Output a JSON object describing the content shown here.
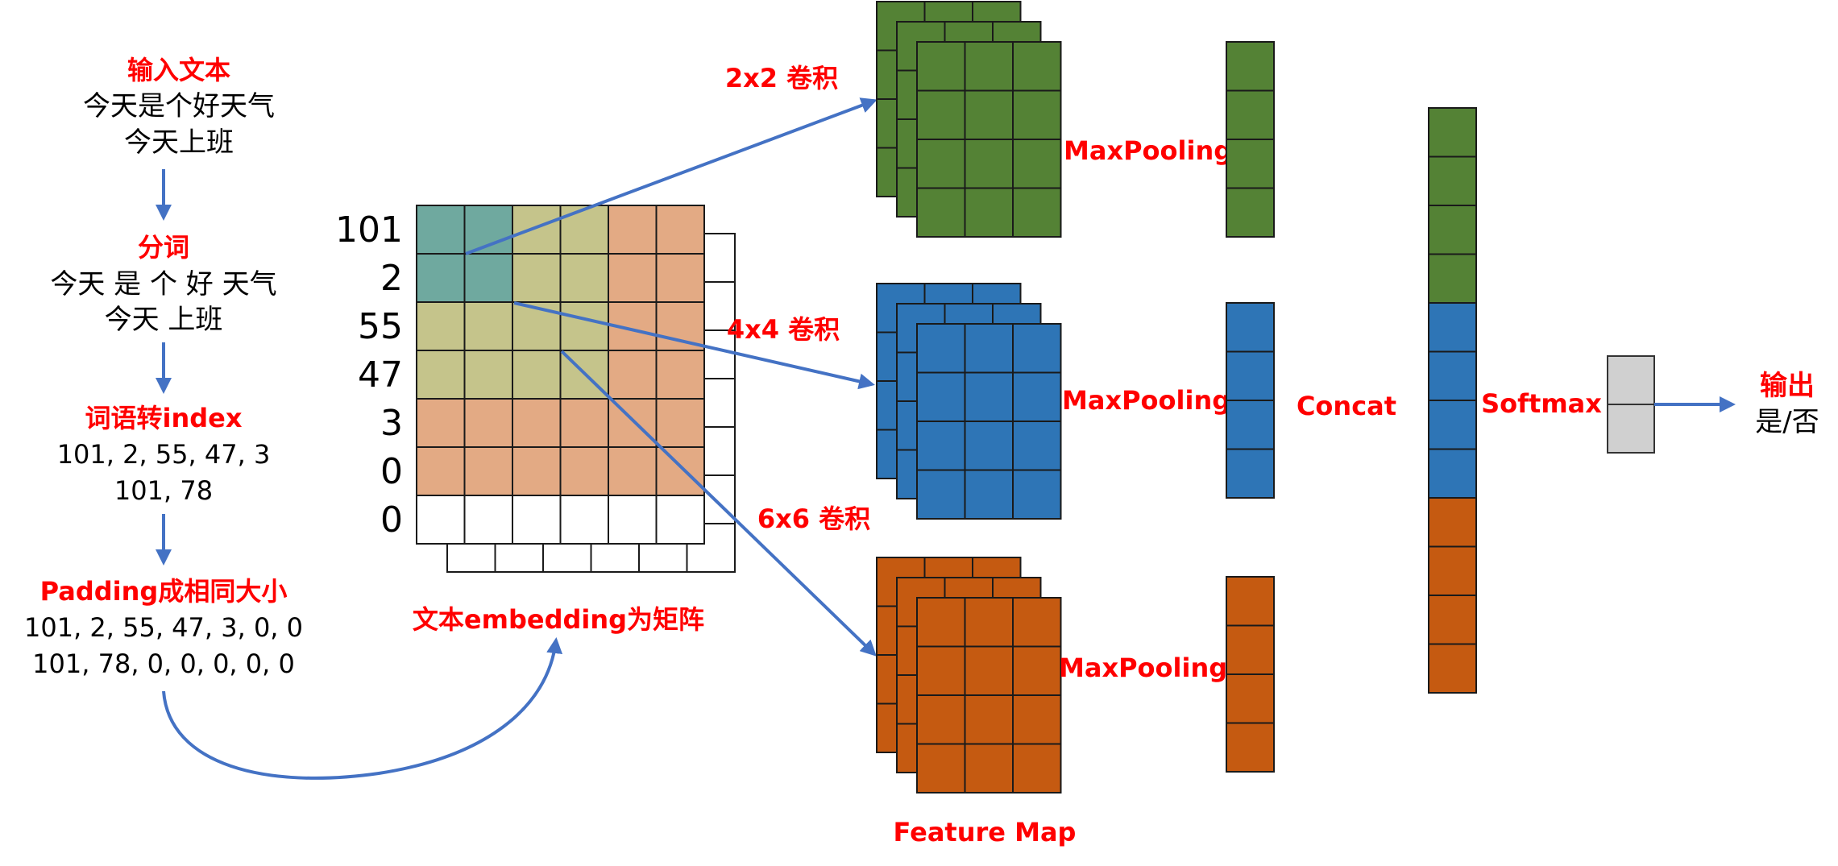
{
  "colors": {
    "label_red": "#ff0000",
    "arrow_blue": "#4472c4",
    "green": "#548235",
    "blue": "#2e75b6",
    "orange": "#c55a11",
    "teal": "#6fa99f",
    "olive": "#c5c48b",
    "salmon": "#e3aa84",
    "output_gray": "#d0d0d0"
  },
  "pipeline": {
    "input": {
      "title": "输入文本",
      "lines": [
        "今天是个好天气",
        "今天上班"
      ]
    },
    "segment": {
      "title": "分词",
      "lines": [
        "今天 是 个 好 天气",
        "今天 上班"
      ]
    },
    "index": {
      "title": "词语转index",
      "lines": [
        "101, 2, 55, 47, 3",
        "101, 78"
      ]
    },
    "padding": {
      "title": "Padding成相同大小",
      "lines": [
        "101, 2, 55, 47, 3, 0, 0",
        "101, 78, 0, 0, 0, 0, 0"
      ]
    }
  },
  "matrix": {
    "row_labels": [
      "101",
      "2",
      "55",
      "47",
      "3",
      "0",
      "0"
    ],
    "caption": "文本embedding为矩阵"
  },
  "convs": [
    {
      "label": "2x2 卷积",
      "pool_label": "MaxPooling",
      "color": "#548235"
    },
    {
      "label": "4x4 卷积",
      "pool_label": "MaxPooling",
      "color": "#2e75b6"
    },
    {
      "label": "6x6 卷积",
      "pool_label": "MaxPooling",
      "color": "#c55a11"
    }
  ],
  "feature_map_label": "Feature Map",
  "concat_label": "Concat",
  "softmax_label": "Softmax",
  "output": {
    "title": "输出",
    "value": "是/否"
  }
}
